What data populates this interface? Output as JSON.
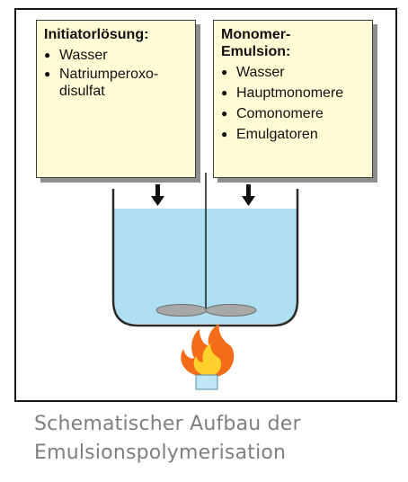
{
  "initiator_box": {
    "title": "Initiatorlösung:",
    "items": [
      "Wasser",
      "Natriumperoxo-\ndisulfat"
    ]
  },
  "monomer_box": {
    "title": "Monomer-\nEmulsion:",
    "items": [
      "Wasser",
      "Hauptmonomere",
      "Comonomere",
      "Emulgatoren"
    ]
  },
  "caption": {
    "line1": "Schematischer Aufbau der",
    "line2": "Emulsionspolymerisation"
  },
  "colors": {
    "box_fill": "#fffcd6",
    "liquid": "#aee0f2",
    "flame_outer": "#f36c1a",
    "flame_inner": "#ffd12a",
    "burner": "#bfe6f5",
    "paddle": "#a8a8a8",
    "caption_text": "#7f7f7f"
  },
  "icons": {
    "bullet": "●",
    "arrow": "down-arrow-icon",
    "flame": "flame-icon"
  }
}
